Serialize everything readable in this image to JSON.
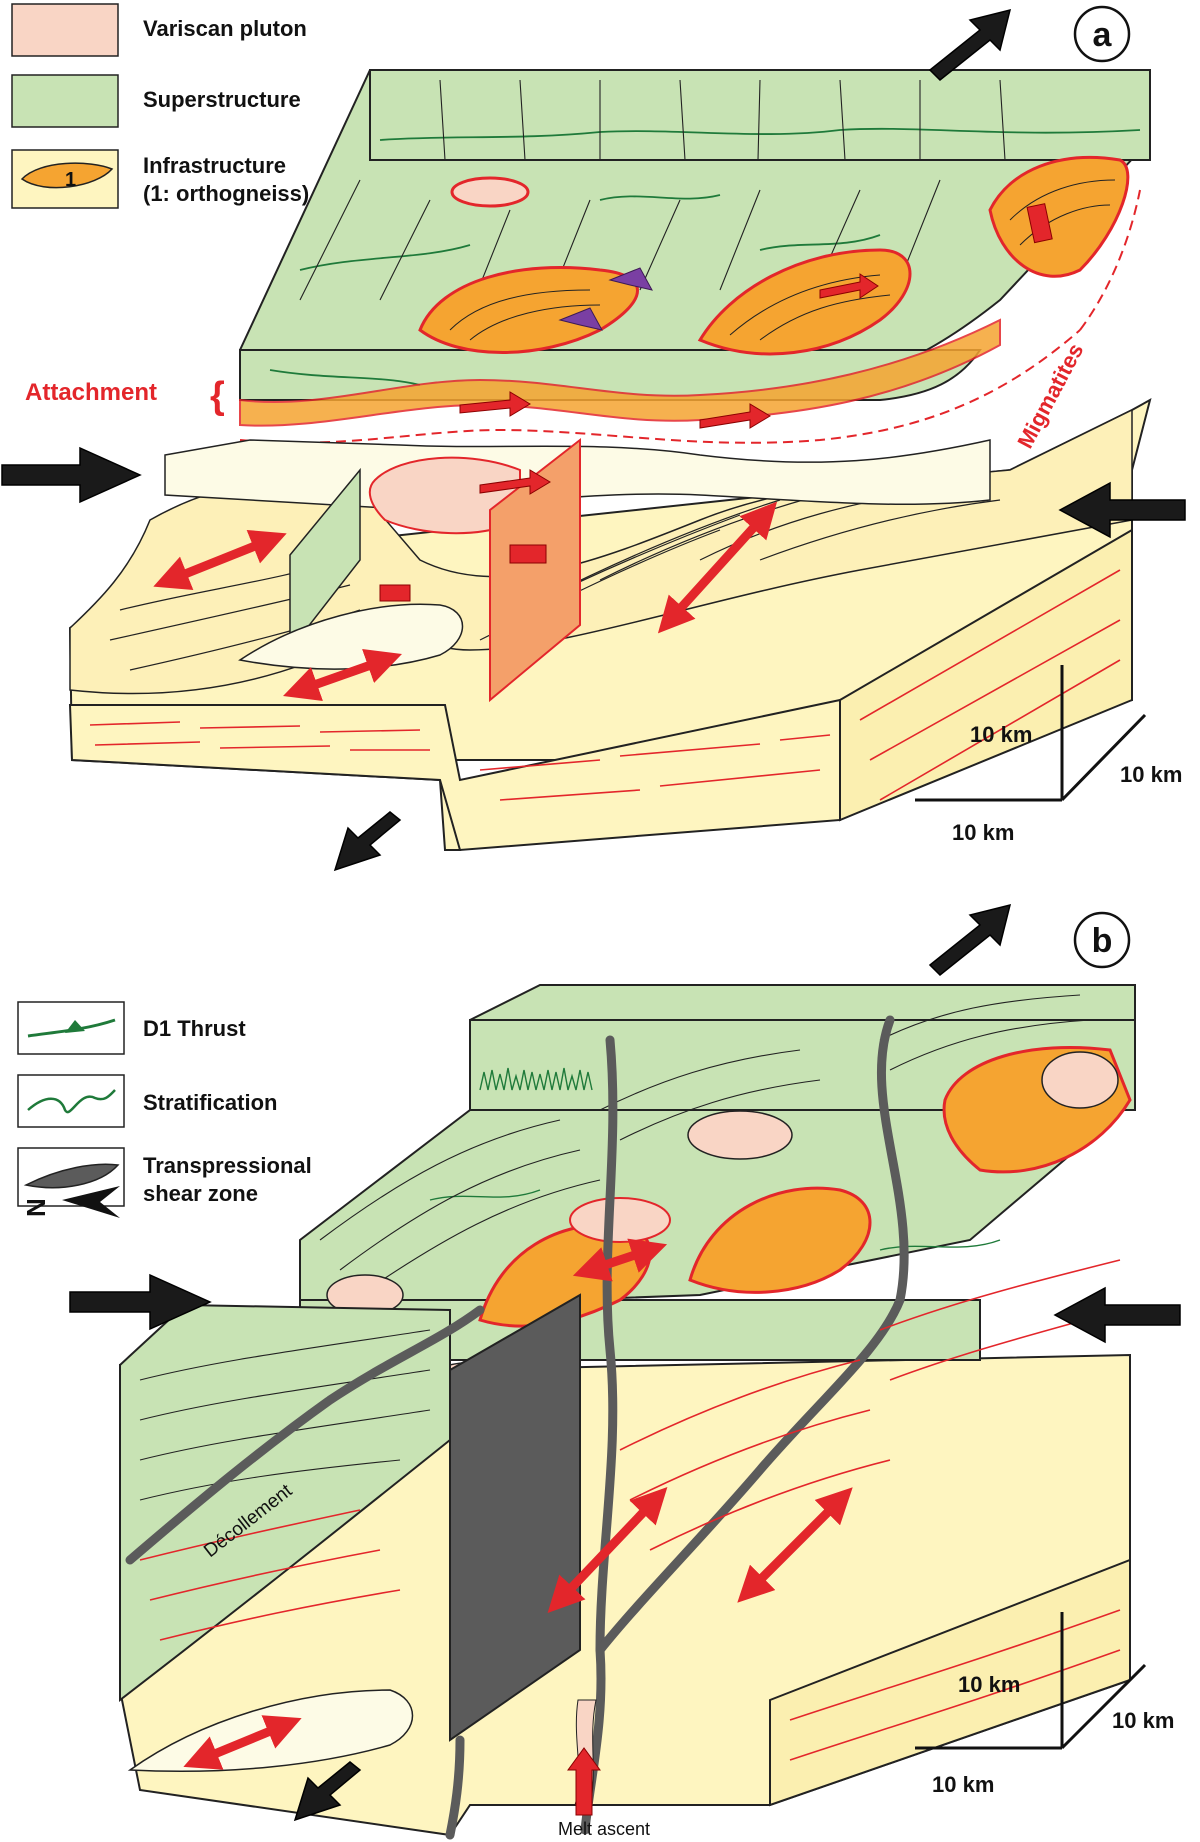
{
  "panel_a": {
    "label": "a",
    "legend": [
      {
        "text": "Variscan pluton",
        "color": "#f9d5c5"
      },
      {
        "text": "Superstructure",
        "color": "#c8e3b4"
      },
      {
        "text": "Infrastructure",
        "text2": "(1: orthogneiss)",
        "symbol": "1",
        "color": "#fef5c0",
        "color2": "#f5a431"
      }
    ],
    "attachment": "Attachment",
    "migmatites": "Migmatites",
    "scale": {
      "vertical": "10 km",
      "depth": "10 km",
      "horizontal": "10 km"
    }
  },
  "panel_b": {
    "label": "b",
    "legend": [
      {
        "text": "D1 Thrust"
      },
      {
        "text": "Stratification"
      },
      {
        "text": "Transpressional",
        "text2": "shear zone"
      }
    ],
    "north": "N",
    "decollement": "Décollement",
    "melt_ascent": "Melt ascent",
    "scale": {
      "vertical": "10 km",
      "depth": "10 km",
      "horizontal": "10 km"
    }
  },
  "colors": {
    "pluton": "#f9d5c5",
    "superstructure": "#c8e3b4",
    "infrastructure": "#fef5c0",
    "orthogneiss": "#f5a431",
    "red": "#e3262b",
    "green_line": "#1f7a3a",
    "shear": "#5b5b5b",
    "arrow": "#1a1a1a"
  }
}
